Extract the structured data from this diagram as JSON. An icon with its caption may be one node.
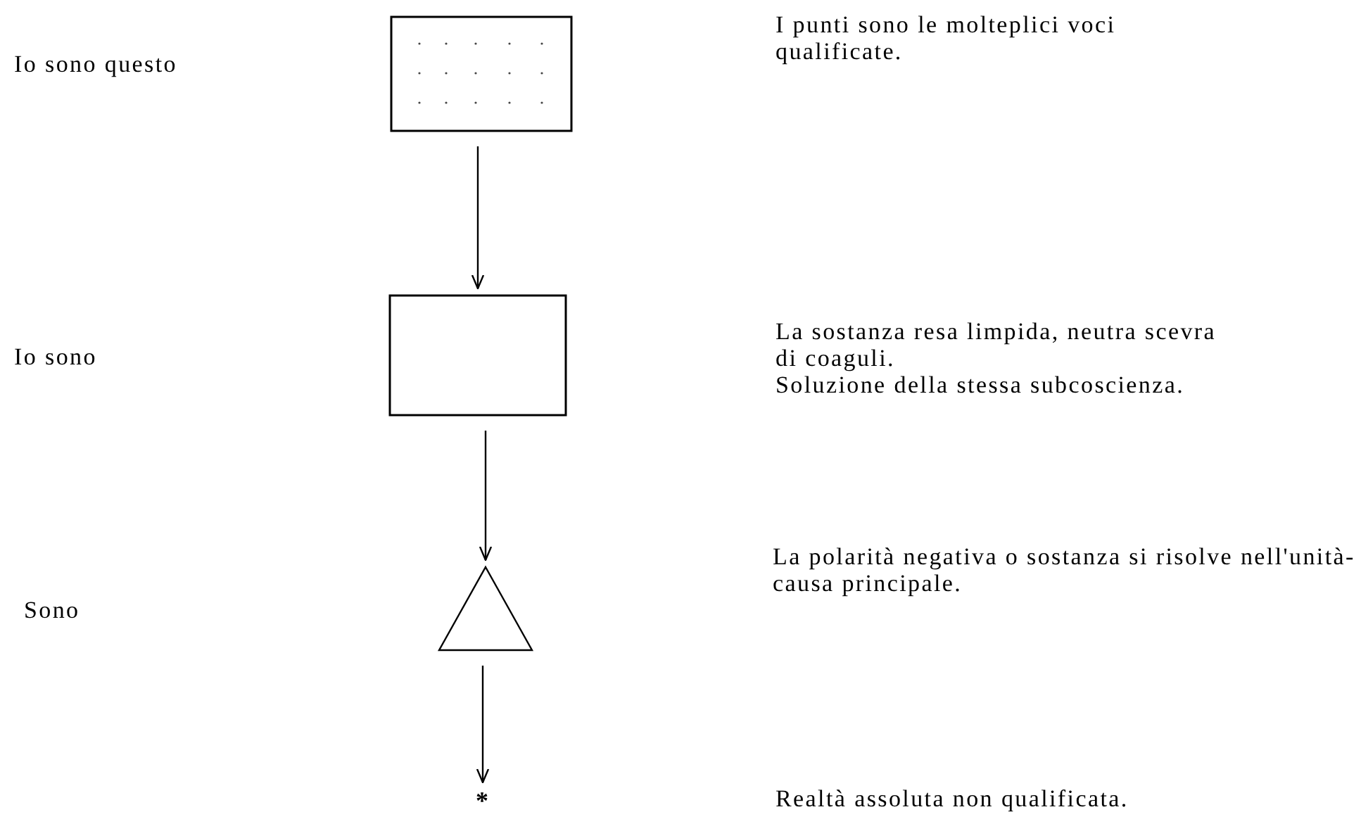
{
  "diagram": {
    "nodes": [
      {
        "text": [],
        "shape": "box"
      },
      {
        "text": [],
        "shape": "box"
      },
      {
        "text": [],
        "shape": "triangle"
      },
      {
        "text": [
          "*"
        ]
      }
    ],
    "edges": [
      {
        "from": 0,
        "to": 1,
        "arrow": "to"
      },
      {
        "from": 1,
        "to": 2,
        "arrow": "to"
      },
      {
        "from": 2,
        "to": 3,
        "arrow": "to"
      }
    ],
    "labels": [
      "Io sono questo",
      "I punti sono le molteplici voci qualificate.",
      "Io sono",
      "La sostanza resa limpida, neutra scevra di coaguli.",
      "Soluzione della stessa subcoscienza.",
      "Sono",
      "La polarità negativa o sostanza si risolve nell'unità-causa principale.",
      "Realtà assoluta non qualificata."
    ]
  }
}
